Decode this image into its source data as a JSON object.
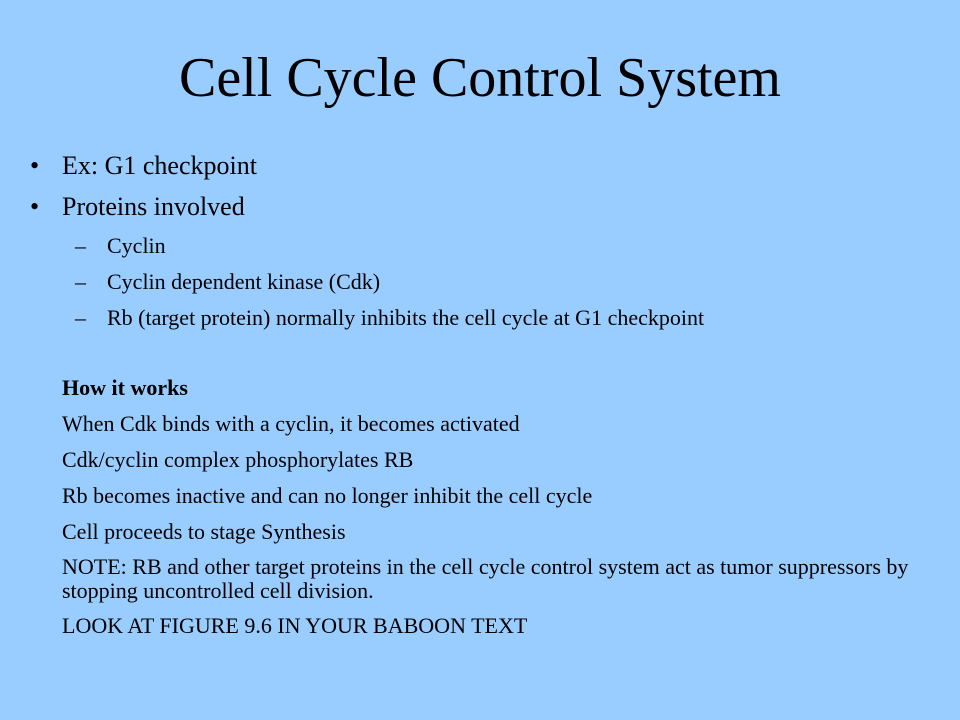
{
  "slide": {
    "title": "Cell Cycle Control System",
    "bullets": [
      {
        "text": "Ex: G1 checkpoint"
      },
      {
        "text": "Proteins involved"
      }
    ],
    "sub_bullets": [
      {
        "text": "Cyclin"
      },
      {
        "text": "Cyclin dependent kinase (Cdk)"
      },
      {
        "text": "Rb (target protein) normally inhibits the cell cycle at G1 checkpoint"
      }
    ],
    "bullet_glyph": "•",
    "dash_glyph": "–",
    "heading": "How it works",
    "paragraphs": [
      "When Cdk binds with a cyclin, it becomes activated",
      "Cdk/cyclin complex phosphorylates RB",
      "Rb becomes inactive and can no longer inhibit the cell cycle",
      "Cell proceeds to stage Synthesis",
      "NOTE: RB and other target proteins in the cell cycle control system act as tumor suppressors by stopping uncontrolled cell division.",
      "LOOK AT FIGURE 9.6 IN YOUR BABOON TEXT"
    ]
  },
  "colors": {
    "background": "#99ccff",
    "text": "#000000"
  }
}
